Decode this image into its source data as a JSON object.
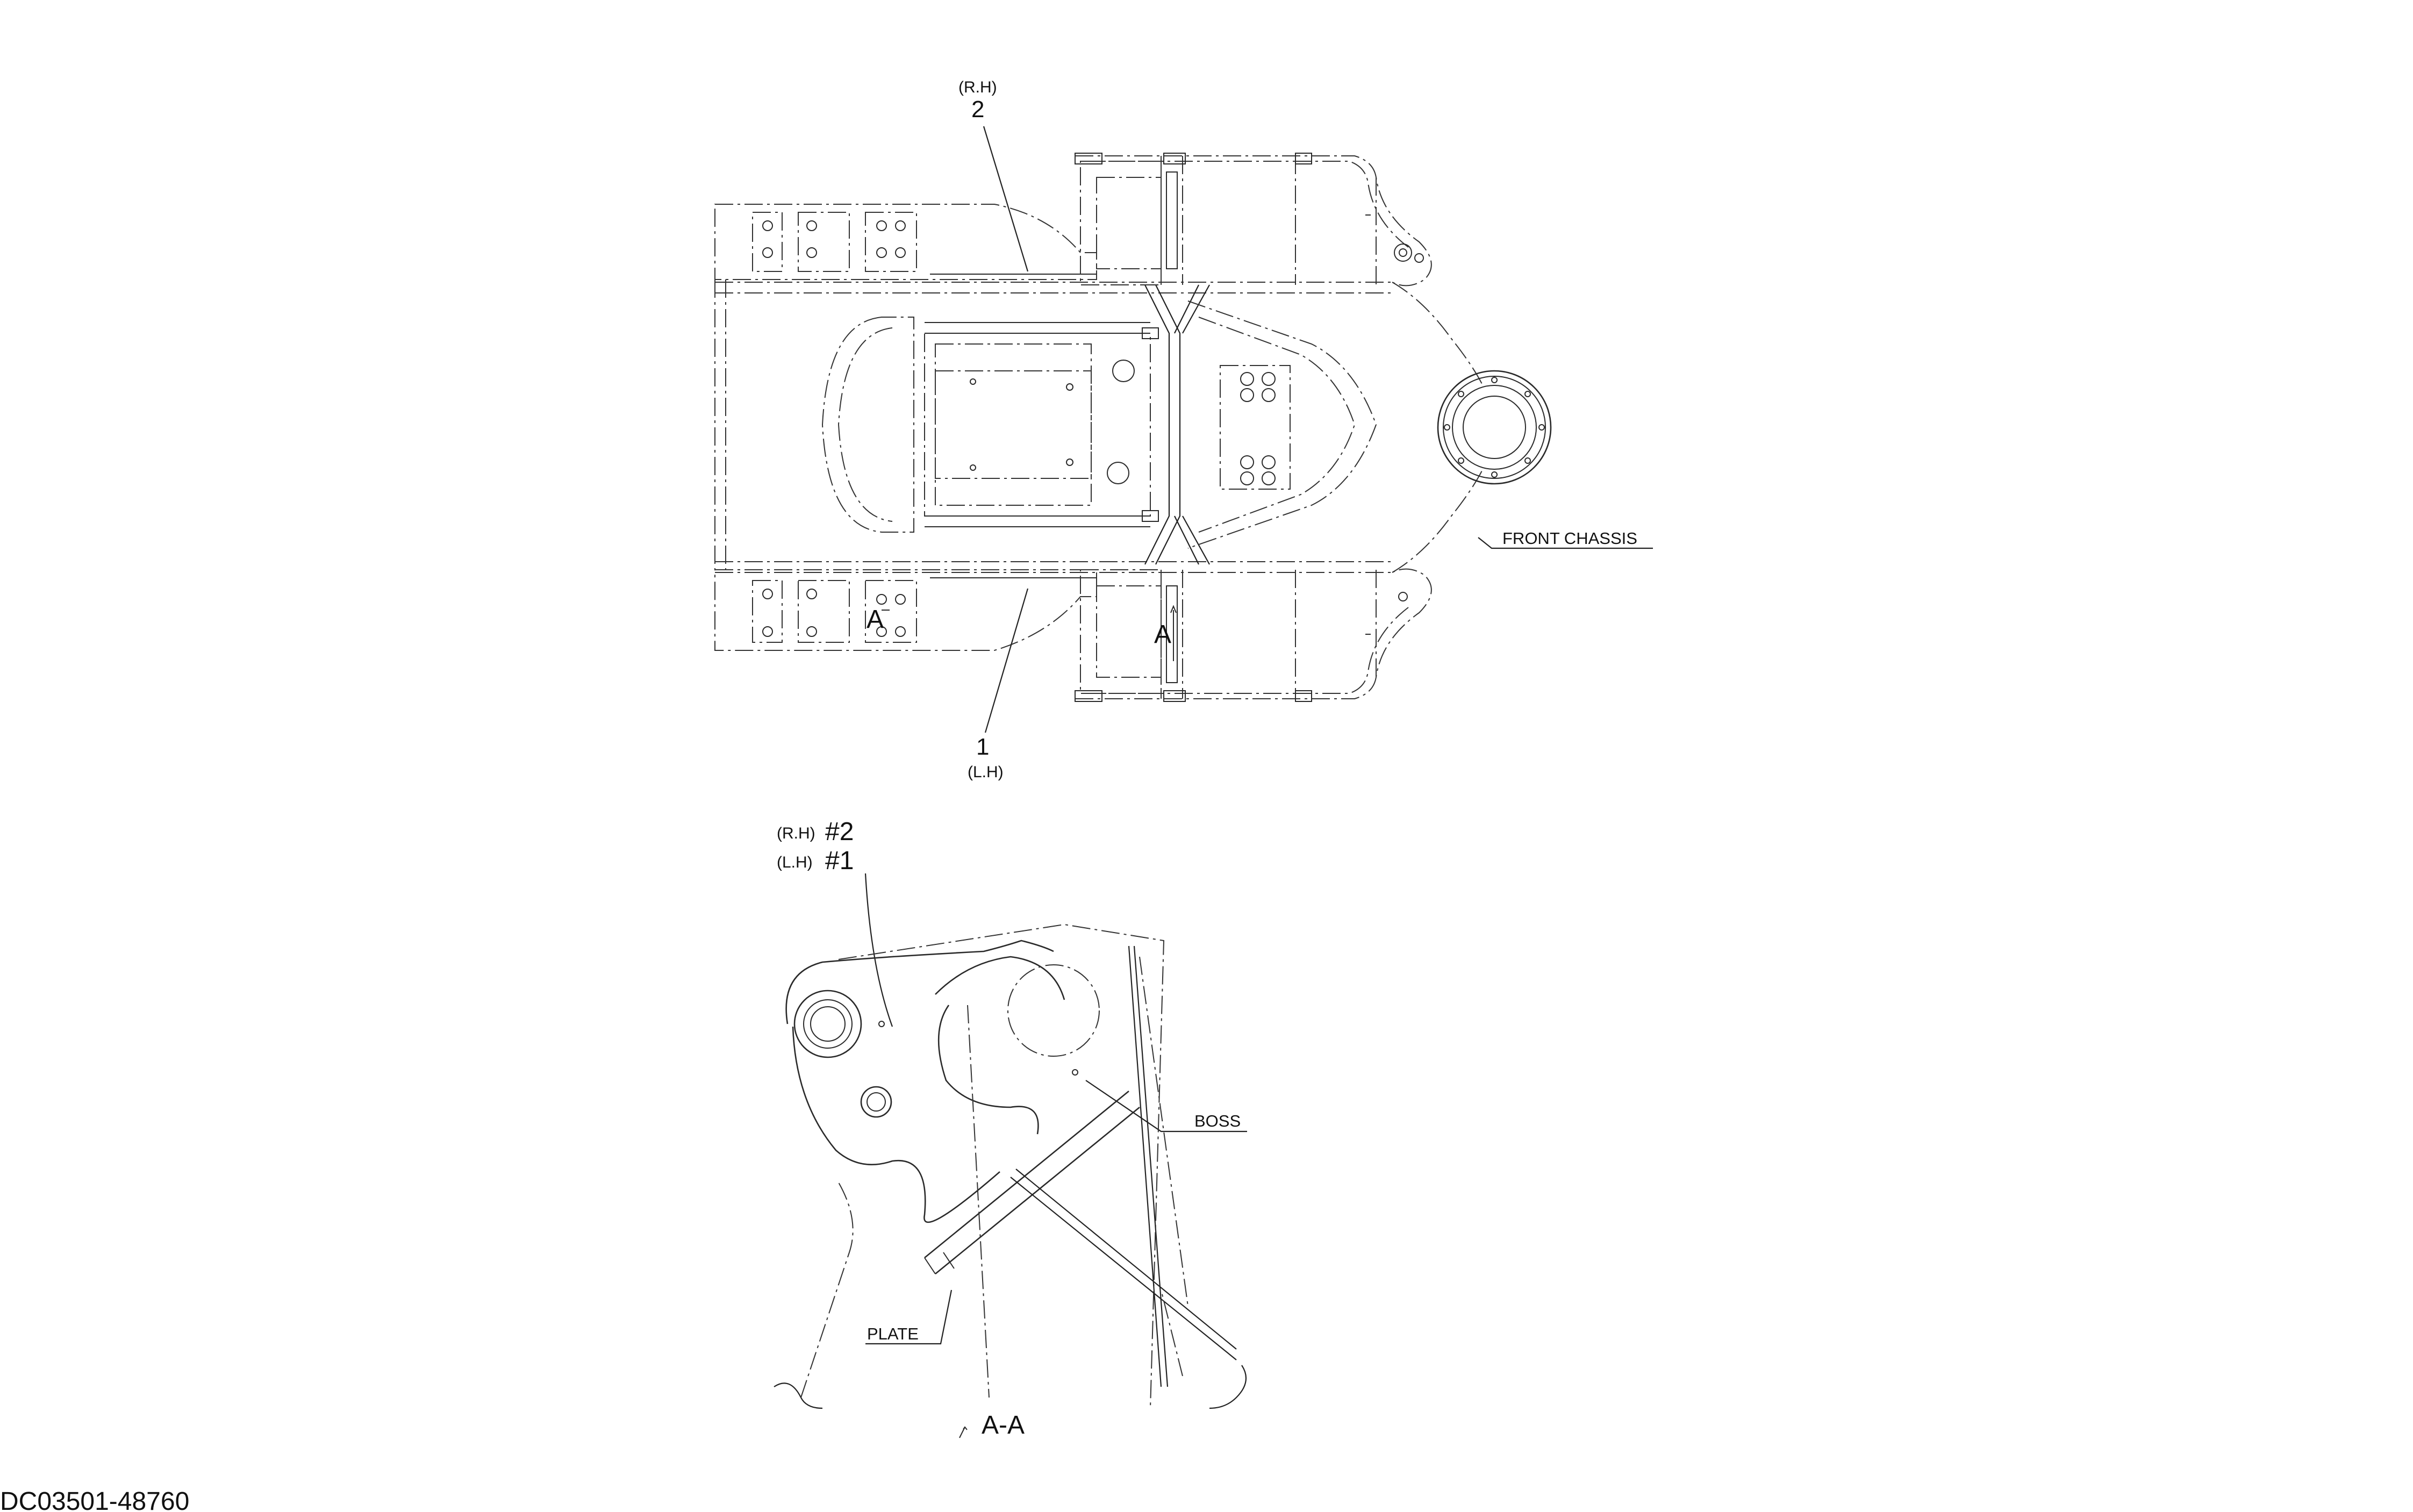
{
  "labels": {
    "part2_side": "(R.H)",
    "part2_num": "2",
    "part1_num": "1",
    "part1_side": "(L.H)",
    "front_chassis": "FRONT CHASSIS",
    "section_mark_left": "A",
    "section_mark_right": "A",
    "rh_callout_side": "(R.H)",
    "rh_callout_num": "#2",
    "lh_callout_side": "(L.H)",
    "lh_callout_num": "#1",
    "boss": "BOSS",
    "plate": "PLATE",
    "section_title": "A-A",
    "drawing_number": "DC03501-48760"
  }
}
